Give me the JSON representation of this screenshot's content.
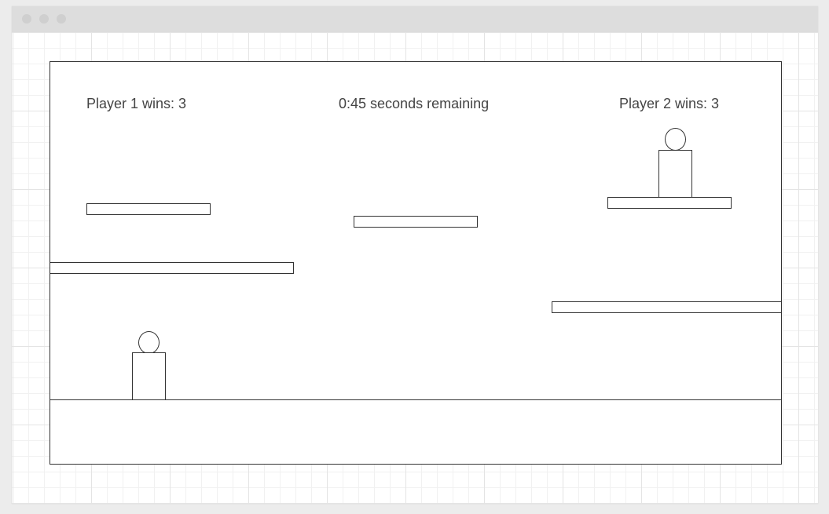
{
  "window": {
    "controls": [
      "close-dot",
      "minimize-dot",
      "maximize-dot"
    ]
  },
  "hud": {
    "player1_wins": "Player 1 wins: 3",
    "timer": "0:45 seconds remaining",
    "player2_wins": "Player 2 wins: 3"
  },
  "game": {
    "player1_score": 3,
    "player2_score": 3,
    "seconds_remaining": 45
  }
}
